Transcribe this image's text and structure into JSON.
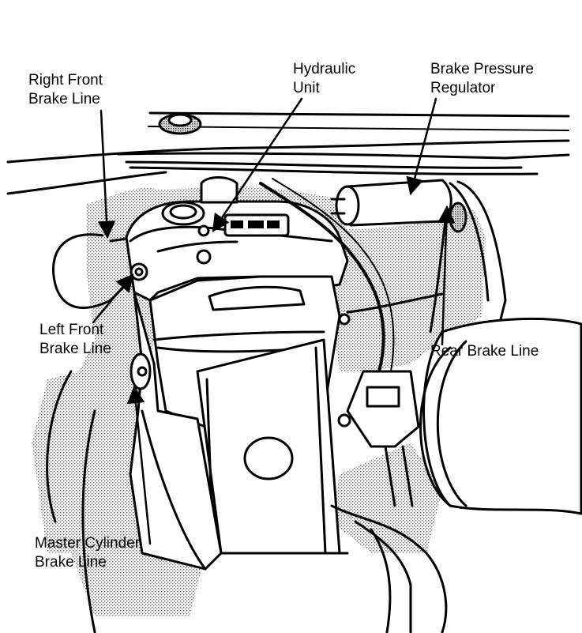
{
  "labels": {
    "right_front_brake_line": [
      "Right Front",
      "Brake Line"
    ],
    "hydraulic_unit": [
      "Hydraulic",
      "Unit"
    ],
    "brake_pressure_regulator": [
      "Brake Pressure",
      "Regulator"
    ],
    "left_front_brake_line": [
      "Left Front",
      "Brake Line"
    ],
    "rear_brake_line": [
      "Rear Brake Line"
    ],
    "master_cylinder_brake_line": [
      "Master Cylinder",
      "Brake Line"
    ]
  },
  "colors": {
    "ink": "#000000",
    "paper": "#ffffff",
    "stipple": "#8a8a8a"
  }
}
